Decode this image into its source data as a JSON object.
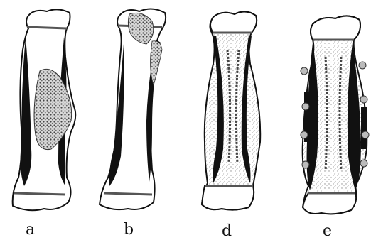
{
  "figure": {
    "panels": [
      {
        "id": "a",
        "label": "a"
      },
      {
        "id": "b",
        "label": "b"
      },
      {
        "id": "d",
        "label": "d"
      },
      {
        "id": "e",
        "label": "e"
      }
    ]
  },
  "colors": {
    "ink": "#111111",
    "paper": "#ffffff",
    "stipple": "#9a9a9a"
  }
}
